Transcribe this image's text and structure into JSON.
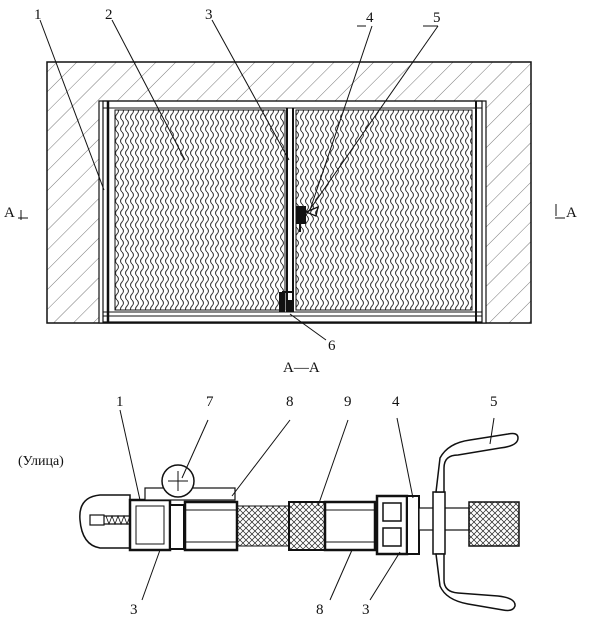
{
  "figure": {
    "section_label": "A—A",
    "section_mark_left": "A",
    "section_mark_right": "A",
    "street_label": "(Улица)"
  },
  "elevation_callouts": [
    "1",
    "2",
    "3",
    "4",
    "5",
    "6"
  ],
  "section_callouts": [
    "1",
    "7",
    "8",
    "9",
    "4",
    "5",
    "3",
    "8",
    "3"
  ]
}
